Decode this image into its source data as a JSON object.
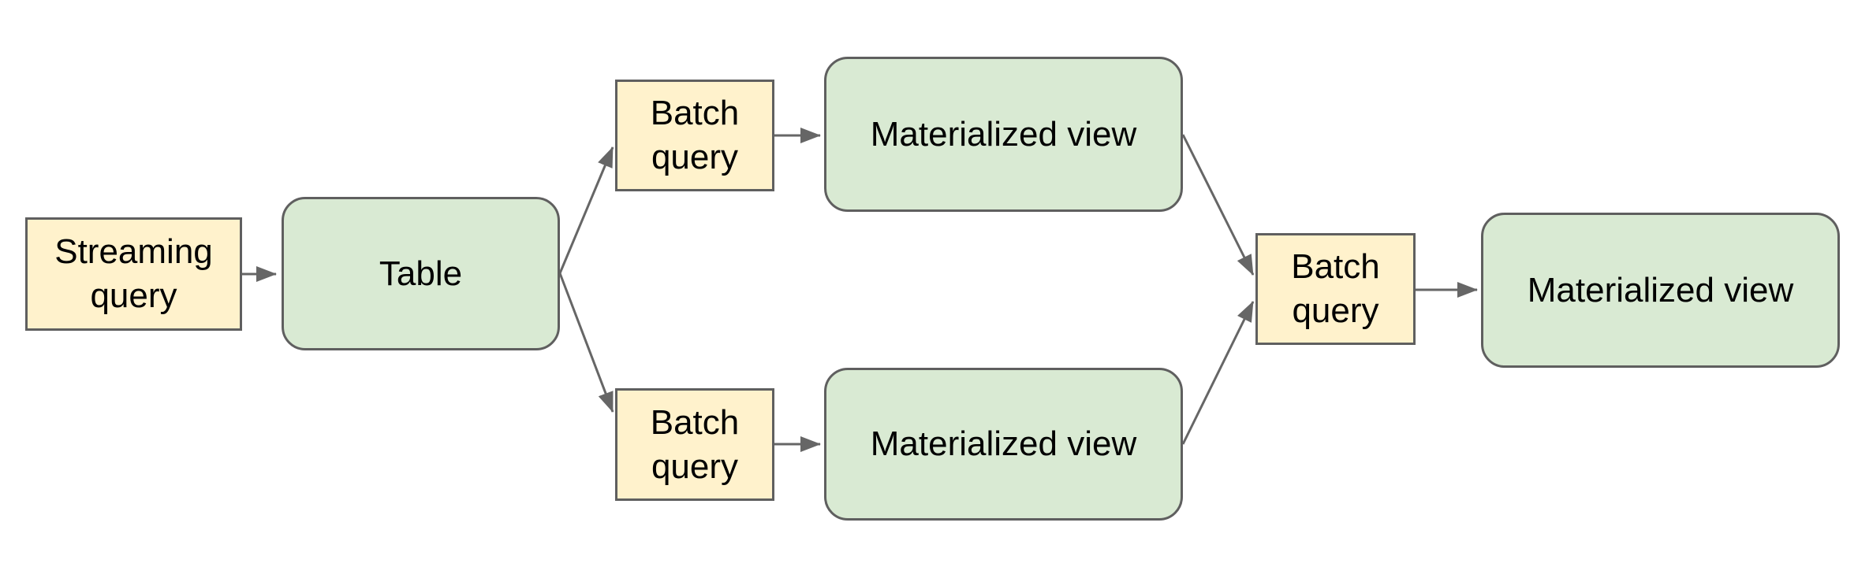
{
  "diagram": {
    "background": "#ffffff",
    "nodes": [
      {
        "id": "streaming-query",
        "label": "Streaming query",
        "shape": "rectangle",
        "fill": "#fff2cc"
      },
      {
        "id": "table",
        "label": "Table",
        "shape": "rounded-rectangle",
        "fill": "#d9ead3"
      },
      {
        "id": "batch-query-top",
        "label": "Batch query",
        "shape": "rectangle",
        "fill": "#fff2cc"
      },
      {
        "id": "materialized-view-top",
        "label": "Materialized view",
        "shape": "rounded-rectangle",
        "fill": "#d9ead3"
      },
      {
        "id": "batch-query-bottom",
        "label": "Batch query",
        "shape": "rectangle",
        "fill": "#fff2cc"
      },
      {
        "id": "materialized-view-bottom",
        "label": "Materialized view",
        "shape": "rounded-rectangle",
        "fill": "#d9ead3"
      },
      {
        "id": "batch-query-merge",
        "label": "Batch query",
        "shape": "rectangle",
        "fill": "#fff2cc"
      },
      {
        "id": "materialized-view-final",
        "label": "Materialized view",
        "shape": "rounded-rectangle",
        "fill": "#d9ead3"
      }
    ],
    "edges": [
      {
        "from": "streaming-query",
        "to": "table"
      },
      {
        "from": "table",
        "to": "batch-query-top"
      },
      {
        "from": "table",
        "to": "batch-query-bottom"
      },
      {
        "from": "batch-query-top",
        "to": "materialized-view-top"
      },
      {
        "from": "batch-query-bottom",
        "to": "materialized-view-bottom"
      },
      {
        "from": "materialized-view-top",
        "to": "batch-query-merge"
      },
      {
        "from": "materialized-view-bottom",
        "to": "batch-query-merge"
      },
      {
        "from": "batch-query-merge",
        "to": "materialized-view-final"
      }
    ],
    "colors": {
      "query_fill": "#fff2cc",
      "store_fill": "#d9ead3",
      "border": "#5f5f5f",
      "arrow": "#666666",
      "text": "#000000",
      "background": "#ffffff"
    }
  }
}
